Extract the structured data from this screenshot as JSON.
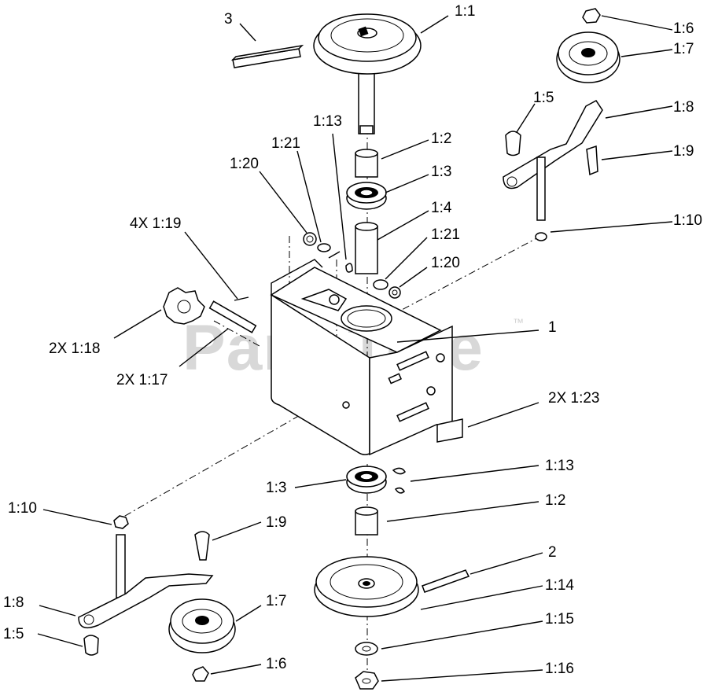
{
  "watermark": {
    "text": "PartsTree",
    "trademark": "™"
  },
  "callouts": {
    "c1": "1",
    "c2": "2",
    "c3": "3",
    "c1_1": "1:1",
    "c1_2_top": "1:2",
    "c1_3_top": "1:3",
    "c1_4": "1:4",
    "c1_5_top": "1:5",
    "c1_6_top": "1:6",
    "c1_7_top": "1:7",
    "c1_8_top": "1:8",
    "c1_9_top": "1:9",
    "c1_10_top": "1:10",
    "c1_13_top": "1:13",
    "c1_21_left": "1:21",
    "c1_20_left": "1:20",
    "c4x_1_19": "4X 1:19",
    "c1_21_right": "1:21",
    "c1_20_right": "1:20",
    "c2x_1_18": "2X 1:18",
    "c2x_1_17": "2X 1:17",
    "c2x_1_23": "2X 1:23",
    "c1_13_bot": "1:13",
    "c1_3_bot": "1:3",
    "c1_2_bot": "1:2",
    "c1_10_bot": "1:10",
    "c1_9_bot": "1:9",
    "c1_8_bot": "1:8",
    "c1_7_bot": "1:7",
    "c1_5_bot": "1:5",
    "c1_6_bot": "1:6",
    "c1_14": "1:14",
    "c1_15": "1:15",
    "c1_16": "1:16"
  }
}
